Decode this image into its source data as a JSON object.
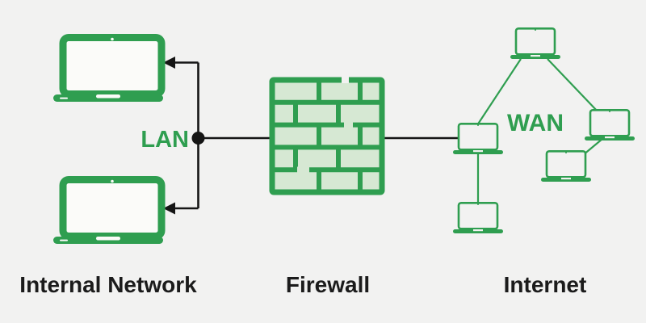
{
  "diagram": {
    "network_labels": {
      "lan": "LAN",
      "wan": "WAN"
    },
    "section_labels": {
      "internal_network": "Internal Network",
      "firewall": "Firewall",
      "internet": "Internet"
    }
  },
  "colors": {
    "background": "#f2f2f1",
    "green": "#2f9e50",
    "brick_fill": "#d6e8d3",
    "line_black": "#151515",
    "text_black": "#1b1b1b",
    "screen_white": "#fbfbf9"
  }
}
